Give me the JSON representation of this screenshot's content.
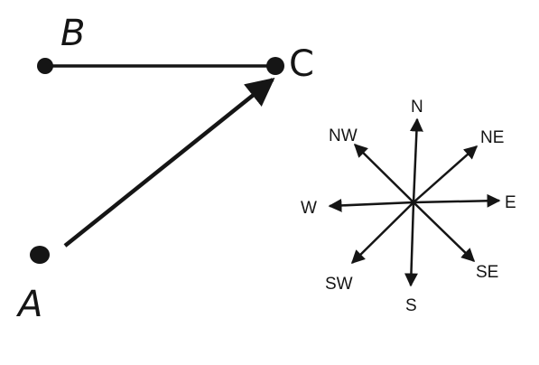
{
  "points": {
    "a": "A",
    "b": "B",
    "c": "C"
  },
  "compass": {
    "n": "N",
    "ne": "NE",
    "e": "E",
    "se": "SE",
    "s": "S",
    "sw": "SW",
    "w": "W",
    "nw": "NW"
  },
  "colors": {
    "ink": "#151515",
    "background": "#ffffff"
  }
}
